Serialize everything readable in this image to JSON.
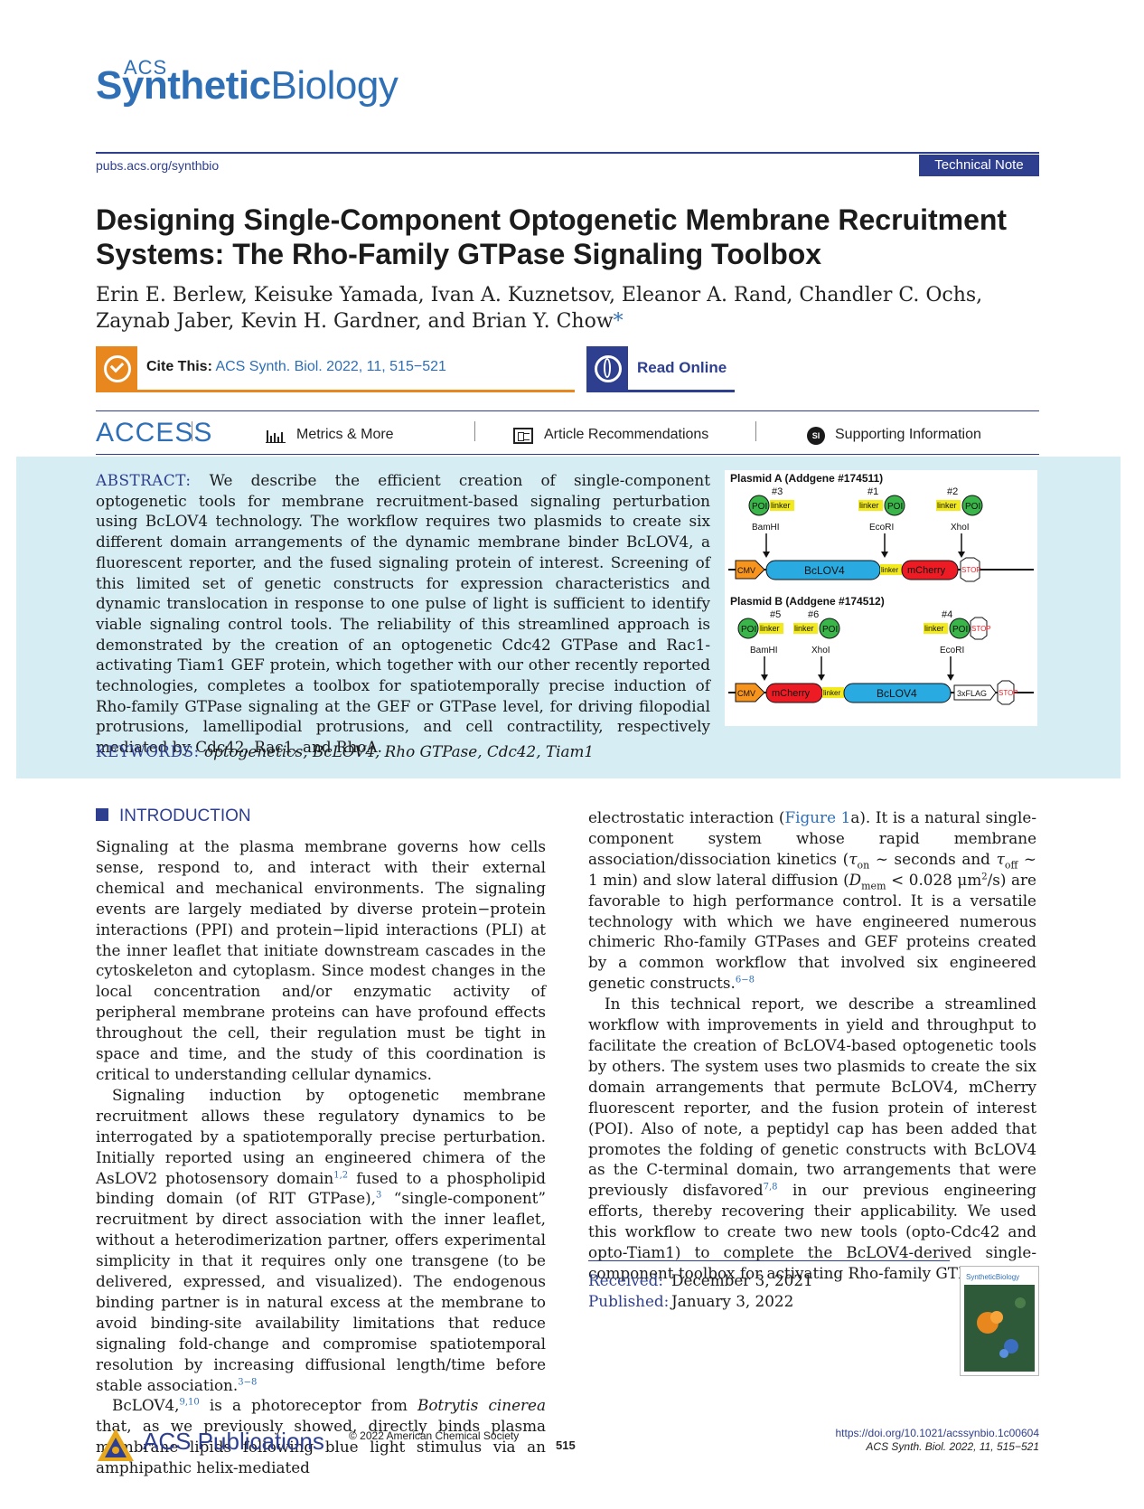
{
  "journal": {
    "logo_small": "ACS",
    "logo_main_a": "Synthetic",
    "logo_main_b": "Biology",
    "url": "pubs.acs.org/synthbio",
    "article_type": "Technical Note"
  },
  "title": "Designing Single-Component Optogenetic Membrane Recruitment Systems: The Rho-Family GTPase Signaling Toolbox",
  "authors": "Erin E. Berlew, Keisuke Yamada, Ivan A. Kuznetsov, Eleanor A. Rand, Chandler C. Ochs, Zaynab Jaber, Kevin H. Gardner, and Brian Y. Chow",
  "author_mark": "*",
  "cite": {
    "label": "Cite This:",
    "ref": "ACS Synth. Biol. 2022, 11, 515−521"
  },
  "read_online": "Read Online",
  "access": {
    "label": "ACCESS",
    "metrics": "Metrics & More",
    "recommendations": "Article Recommendations",
    "si_badge": "SI",
    "supporting": "Supporting Information"
  },
  "abstract": {
    "label": "ABSTRACT:",
    "text": "We describe the efficient creation of single-component optogenetic tools for membrane recruitment-based signaling perturbation using BcLOV4 technology. The workflow requires two plasmids to create six different domain arrangements of the dynamic membrane binder BcLOV4, a fluorescent reporter, and the fused signaling protein of interest. Screening of this limited set of genetic constructs for expression characteristics and dynamic translocation in response to one pulse of light is sufficient to identify viable signaling control tools. The reliability of this streamlined approach is demonstrated by the creation of an optogenetic Cdc42 GTPase and Rac1-activating Tiam1 GEF protein, which together with our other recently reported technologies, completes a toolbox for spatiotemporally precise induction of Rho-family GTPase signaling at the GEF or GTPase level, for driving filopodial protrusions, lamellipodial protrusions, and cell contractility, respectively mediated by Cdc42, Rac1, and RhoA."
  },
  "keywords": {
    "label": "KEYWORDS:",
    "text": "optogenetics, BcLOV4, Rho GTPase, Cdc42, Tiam1"
  },
  "figure": {
    "plasmid_a": "Plasmid A (Addgene #174511)",
    "plasmid_b": "Plasmid B (Addgene #174512)",
    "slot_3": "#3",
    "slot_1": "#1",
    "slot_2": "#2",
    "slot_5": "#5",
    "slot_6": "#6",
    "slot_4": "#4",
    "poi": "POI",
    "linker": "linker",
    "stop": "STOP",
    "cmv": "CMV",
    "bamhi": "BamHI",
    "ecori": "EcoRI",
    "xhoi": "XhoI",
    "bclov4": "BcLOV4",
    "mcherry": "mCherry",
    "flag": "3xFLAG"
  },
  "intro": {
    "heading": "INTRODUCTION",
    "p1": "Signaling at the plasma membrane governs how cells sense, respond to, and interact with their external chemical and mechanical environments. The signaling events are largely mediated by diverse protein−protein interactions (PPI) and protein−lipid interactions (PLI) at the inner leaflet that initiate downstream cascades in the cytoskeleton and cytoplasm. Since modest changes in the local concentration and/or enzymatic activity of peripheral membrane proteins can have profound effects throughout the cell, their regulation must be tight in space and time, and the study of this coordination is critical to understanding cellular dynamics.",
    "p2a": "Signaling induction by optogenetic membrane recruitment allows these regulatory dynamics to be interrogated by a spatiotemporally precise perturbation. Initially reported using an engineered chimera of the AsLOV2 photosensory domain",
    "p2_ref1": "1,2",
    "p2b": " fused to a phospholipid binding domain (of RIT GTPase),",
    "p2_ref2": "3",
    "p2c": " “single-component” recruitment by direct association with the inner leaflet, without a heterodimerization partner, offers experimental simplicity in that it requires only one transgene (to be delivered, expressed, and visualized). The endogenous binding partner is in natural excess at the membrane to avoid binding-site availability limitations that reduce signaling fold-change and compromise spatiotemporal resolution by increasing diffusional length/time before stable association.",
    "p2_ref3": "3−8",
    "p3a": "BcLOV4,",
    "p3_ref": "9,10",
    "p3b": " is a photoreceptor from ",
    "p3_species": "Botrytis cinerea",
    "p3c": " that, as we previously showed, directly binds plasma membrane lipids following blue light stimulus via an amphipathic helix-mediated",
    "r1a": "electrostatic interaction (",
    "r1_fig": "Figure 1",
    "r1b": "a). It is a natural single-component system whose rapid membrane association/dissociation kinetics (",
    "tau": "τ",
    "on": "on",
    "r1c": " ∼ seconds and ",
    "off": "off",
    "r1d": " ∼ 1 min) and slow lateral diffusion (",
    "d": "D",
    "mem": "mem",
    "r1e": " < 0.028 μm",
    "sq": "2",
    "r1f": "/s) are favorable to high performance control. It is a versatile technology with which we have engineered numerous chimeric Rho-family GTPases and GEF proteins created by a common workflow that involved six engineered genetic constructs.",
    "r1_ref": "6−8",
    "r2a": "In this technical report, we describe a streamlined workflow with improvements in yield and throughput to facilitate the creation of BcLOV4-based optogenetic tools by others. The system uses two plasmids to create the six domain arrangements that permute BcLOV4, mCherry fluorescent reporter, and the fusion protein of interest (POI). Also of note, a peptidyl cap has been added that promotes the folding of genetic constructs with BcLOV4 as the C-terminal domain, two arrangements that were previously disfavored",
    "r2_ref": "7,8",
    "r2b": " in our previous engineering efforts, thereby recovering their applicability. We used this workflow to create two new tools (opto-Cdc42 and opto-Tiam1) to complete the BcLOV4-derived single-component toolbox for activating Rho-family GTPase"
  },
  "dates": {
    "received_label": "Received:",
    "received": "December 3, 2021",
    "published_label": "Published:",
    "published": "January 3, 2022"
  },
  "cover": {
    "logo": "SyntheticBiology"
  },
  "footer": {
    "publisher": "ACS Publications",
    "copyright": "© 2022 American Chemical Society",
    "page": "515",
    "doi": "https://doi.org/10.1021/acssynbio.1c00604",
    "citation": "ACS Synth. Biol. 2022, 11, 515−521"
  }
}
